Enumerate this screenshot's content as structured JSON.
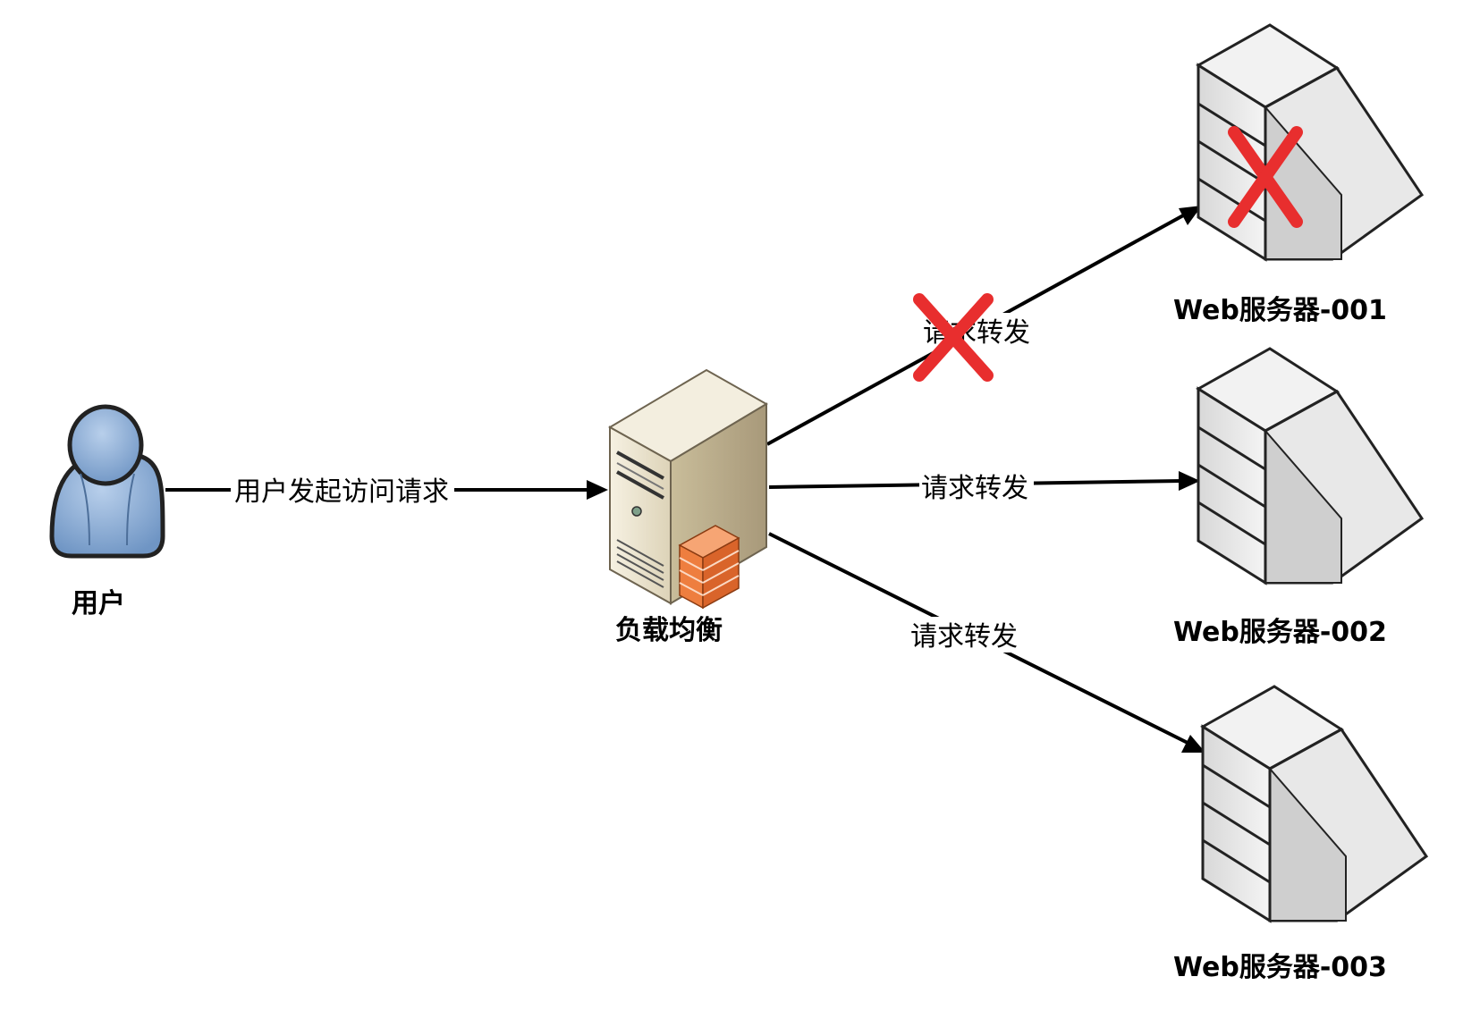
{
  "nodes": {
    "user": {
      "label": "用户",
      "icon": "user-icon"
    },
    "load_balancer": {
      "label": "负载均衡",
      "icon": "load-balancer-server-icon"
    },
    "servers": [
      {
        "label": "Web服务器-001",
        "icon": "web-server-icon",
        "failed": true
      },
      {
        "label": "Web服务器-002",
        "icon": "web-server-icon",
        "failed": false
      },
      {
        "label": "Web服务器-003",
        "icon": "web-server-icon",
        "failed": false
      }
    ]
  },
  "edges": {
    "user_to_lb": {
      "label": "用户发起访问请求"
    },
    "lb_to_servers": [
      {
        "label": "请求转发",
        "blocked": true
      },
      {
        "label": "请求转发",
        "blocked": false
      },
      {
        "label": "请求转发",
        "blocked": false
      }
    ]
  },
  "colors": {
    "failure_mark": "#e82e2e",
    "user_body": "#8fb0d8",
    "firewall": "#f07d3c",
    "server_tower": "#e9e2cf"
  }
}
